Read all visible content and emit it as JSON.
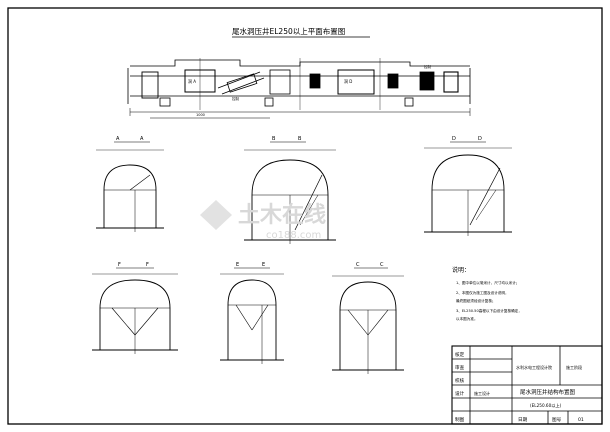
{
  "title": "尾水洞压井EL250以上平面布置图",
  "plan_labels": {
    "left_tag": "洞 A",
    "mid_tag_1": "控制",
    "mid_tag_2": "洞 D",
    "right_tag": "控制",
    "dim": "1000"
  },
  "sections": [
    {
      "id": "A",
      "label_left": "A",
      "label_right": "A"
    },
    {
      "id": "B",
      "label_left": "B",
      "label_right": "B"
    },
    {
      "id": "D",
      "label_left": "D",
      "label_right": "D"
    },
    {
      "id": "F",
      "label_left": "F",
      "label_right": "F"
    },
    {
      "id": "E",
      "label_left": "E",
      "label_right": "E"
    },
    {
      "id": "C",
      "label_left": "C",
      "label_right": "C"
    }
  ],
  "notes": {
    "heading": "说明：",
    "items": [
      "1、图中单位以毫米计，尺寸均以米计；",
      "2、本图仅为施工图及设计说明，",
      "   最终图纸须经设计复核；",
      "3、EL250.50高程以下由设计复核确定，",
      "   以本图为准。"
    ]
  },
  "title_block": {
    "row_labels": [
      "核定",
      "审查",
      "校核",
      "设计",
      "制图"
    ],
    "designer": "施工设计",
    "org": "水利水电工程设计院",
    "phase": "施工阶段",
    "drawing_title_1": "尾水洞压井结构布置图",
    "drawing_title_2": "(EL250.60以上)",
    "date_label": "日期",
    "sheet_label": "图号",
    "sheet_no": "01"
  },
  "watermark": {
    "main": "土木在线",
    "sub": "co188.com"
  }
}
